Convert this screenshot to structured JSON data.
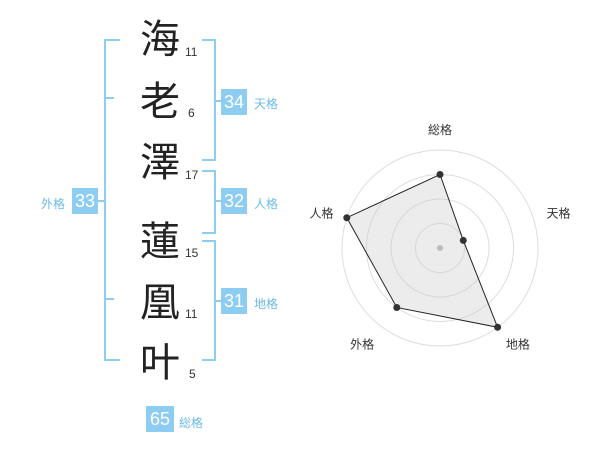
{
  "name": {
    "chars": [
      {
        "char": "海",
        "strokes": "11"
      },
      {
        "char": "老",
        "strokes": "6"
      },
      {
        "char": "澤",
        "strokes": "17"
      },
      {
        "char": "蓮",
        "strokes": "15"
      },
      {
        "char": "凰",
        "strokes": "11"
      },
      {
        "char": "叶",
        "strokes": "5"
      }
    ]
  },
  "fortune": {
    "tenkaku": {
      "value": "34",
      "label": "天格"
    },
    "jinkaku": {
      "value": "32",
      "label": "人格"
    },
    "chikaku": {
      "value": "31",
      "label": "地格"
    },
    "gaikaku": {
      "value": "33",
      "label": "外格"
    },
    "soukaku": {
      "value": "65",
      "label": "総格"
    }
  },
  "colors": {
    "accent": "#8ecdf2",
    "accent_text": "#6bbbe8"
  },
  "chart_data": {
    "type": "radar",
    "axes": [
      "総格",
      "天格",
      "地格",
      "外格",
      "人格"
    ],
    "values": [
      3,
      1,
      4,
      3,
      4
    ],
    "rmax": 4,
    "grid": true
  }
}
